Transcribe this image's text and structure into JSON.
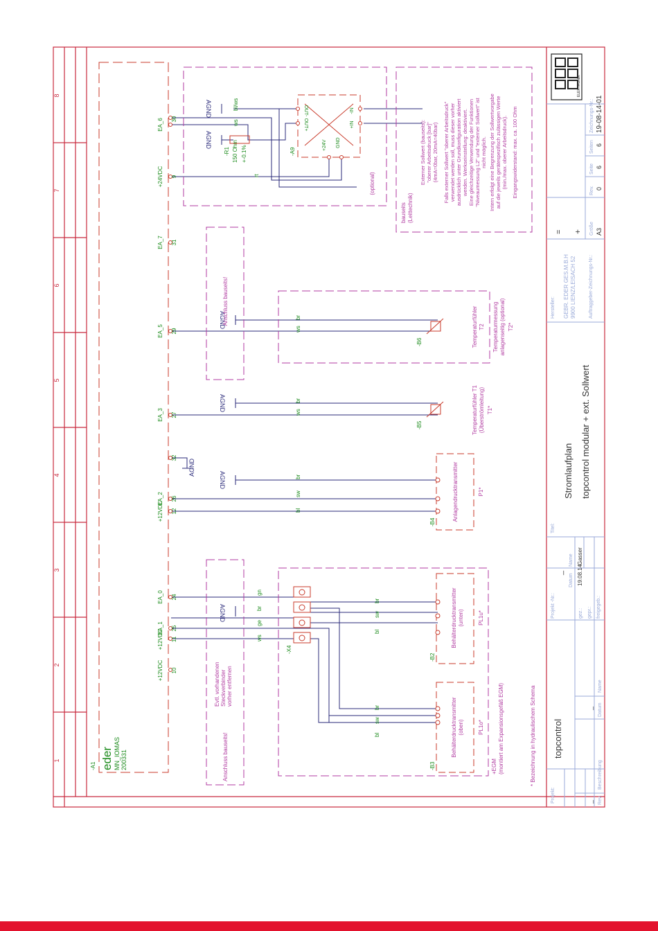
{
  "colors": {
    "frame": "#c8283c",
    "wire": "#2a2a7a",
    "terminal": "#c83a2a",
    "label": "#1a8a1a",
    "dash": "#b03aa0",
    "text": "#333333",
    "titleblock": "#9aaad8",
    "bar": "#e3122d"
  },
  "grid_numbers": [
    "1",
    "2",
    "3",
    "4",
    "5",
    "6",
    "7",
    "8"
  ],
  "a1": {
    "ref": "-A1",
    "brand": "eder",
    "model": "MN_IOMAS",
    "code": "200331"
  },
  "terminals": [
    {
      "num": "10",
      "label": "+12VDC"
    },
    {
      "num": "11",
      "label": "+12VDC"
    },
    {
      "num": "25",
      "label": "EA_1"
    },
    {
      "num": "24",
      "label": "EA_0"
    },
    {
      "num": "12",
      "label": "+12VDC"
    },
    {
      "num": "26",
      "label": "EA_2"
    },
    {
      "num": "32",
      "label": ""
    },
    {
      "num": "27",
      "label": "EA_3"
    },
    {
      "num": "29",
      "label": "EA_5"
    },
    {
      "num": "31",
      "label": "EA_7"
    },
    {
      "num": "9",
      "label": "+24VDC"
    },
    {
      "num": "4",
      "label": "EA_6"
    },
    {
      "num": "30",
      "label": ""
    }
  ],
  "agnd": "AGND",
  "anschluss": "Anschluss bauseits!",
  "steckverbinder": [
    "Evtl. vorhandenen",
    "Steckverbinder",
    "vorher entfernen"
  ],
  "x4": "-X4",
  "wire_colors": {
    "ws": "ws",
    "ge": "ge",
    "br": "br",
    "gn": "gn",
    "sw": "sw",
    "bl": "bl",
    "rt": "rt",
    "blws": "bl/ws"
  },
  "b3": {
    "ref": "-B3",
    "title": "Behälterdrucktransmitter",
    "sub": "(oben)",
    "tag": "PL1o*"
  },
  "b2": {
    "ref": "-B2",
    "title": "Behälterdrucktransmitter",
    "sub": "(unten)",
    "tag": "PL1u*"
  },
  "b4": {
    "ref": "-B4",
    "title": "Anlagendrucktransmitter",
    "tag": "P1*"
  },
  "egm": [
    "+EGM",
    "(montiert am Expansionsgefäß EGM)"
  ],
  "b5": {
    "ref": "-B5",
    "title": "Temperaturfühler T1",
    "sub": "(Überströmleitung)",
    "tag": "T1*"
  },
  "b6": {
    "ref": "-B6",
    "title": "Temperaturfühler",
    "tag": "T2",
    "sub": [
      "Temperaturmessung",
      "anlagenseitig (optional)"
    ],
    "tag2": "T2*"
  },
  "a9": {
    "ref": "-A9",
    "in_p": "+IN",
    "in_n": "-IN",
    "out_p": "OUT+",
    "out_n": "OUT-",
    "p24": "+24V",
    "gnd": "GND",
    "optional": "(optional)"
  },
  "r1": {
    "ref": "-R1",
    "value": "150 Ohm",
    "tol": "+-0.1%"
  },
  "bauseits": [
    "bauseits",
    "(Leittechnik)"
  ],
  "ext_note": [
    "Externer Sollwert (bauseits):",
    "\"oberer Arbeitsdruck [bar]\"",
    "(4mA=0bar, 20mA=40bar)",
    "Falls externer Sollwert \"oberer Arbeitsdruck\"",
    "verwendet werden soll, muss dieser vorher",
    "ausdrücklich unter Grundkonfiguration aktiviert",
    "werden. Werkseinstellung: deaktiviert.",
    "Eine gleichzeitige Verwendung der Funktionen",
    "\"Niveaumessung L2\" und \"externer Sollwert\" ist",
    "nicht möglich.",
    "Intern erfolgt eine Begrenzung der Sollwertvorgabe",
    "auf die jeweils gerätespezifisch zulässigen Werte",
    "(min./max. oberer Arbeitsdruck).",
    "Eingangswiderstand: max. ca. 100 Ohm"
  ],
  "footnote": "* Bezeichnung in hydraulischem Schema",
  "title_block": {
    "projekt_label": "Projekt:",
    "projekt": "topcontrol",
    "projekt_nr_label": "Projekt -Nr.:",
    "projekt_nr": "_",
    "rev_label": "Rev.",
    "beschreibung_label": "Beschreibung",
    "datum_label": "Datum",
    "name_label": "Name",
    "rev_dash": "_",
    "datum_dash": "_",
    "gez_label": "gez.:",
    "gepr_label": "gepr.:",
    "freigegeb_label": "freigegeb.:",
    "datum_col": "Datum",
    "name_col": "Name",
    "datum": "19.08.14",
    "name": "Gasser",
    "titel_label": "Titel:",
    "titel1": "Stromlaufplan",
    "titel2": "topcontrol modular + ext. Sollwert",
    "hersteller_label": "Hersteller:",
    "hersteller1": "GEBR. EDER GES.M.B.H",
    "hersteller2": "9900 LIENZ/LEISACH 52",
    "auftraggeber_label": "Auftraggeber-Zeichnungs-Nr.:",
    "eq": "=",
    "plus": "+",
    "groesse_label": "Größe",
    "groesse": "A3",
    "rev2_label": "Rev.",
    "rev2": "0",
    "seite_label": "Seite",
    "seite": "6",
    "seiten_label": "Seiten",
    "seiten": "6",
    "zeichnungs_label": "Zeichnungs-Nr.:",
    "zeichnungs": "19-08-14-01",
    "logo_text": "ELEKTRONIK"
  }
}
